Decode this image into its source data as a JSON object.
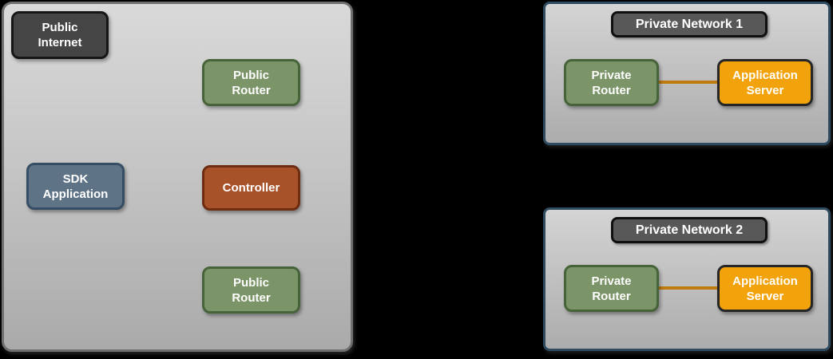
{
  "colors": {
    "page_background": "#000000",
    "cloud_panel_fill_top": "#d9d9d9",
    "cloud_panel_fill_bottom": "#aaaaaa",
    "cloud_panel_border": "#6f6f6f",
    "network_panel_border": "#2e4a5e",
    "network_title_fill": "#585858",
    "network_title_border": "#101010",
    "public_internet_fill": "#454545",
    "public_internet_border": "#161616",
    "router_fill": "#7b9468",
    "router_border": "#46633a",
    "sdk_application_fill": "#5f7386",
    "sdk_application_border": "#364d63",
    "controller_fill": "#a8522a",
    "controller_border": "#6e2d11",
    "application_server_fill": "#f2a30c",
    "application_server_border": "#262626",
    "link_color": "#bf7c0d",
    "node_text_color": "#ffffff"
  },
  "public_cloud": {
    "public_internet": {
      "line1": "Public",
      "line2": "Internet"
    },
    "public_router_top": {
      "line1": "Public",
      "line2": "Router"
    },
    "sdk_application": {
      "line1": "SDK",
      "line2": "Application"
    },
    "controller": {
      "line1": "Controller"
    },
    "public_router_bottom": {
      "line1": "Public",
      "line2": "Router"
    }
  },
  "private_network_1": {
    "title": "Private Network 1",
    "private_router": {
      "line1": "Private",
      "line2": "Router"
    },
    "application_server": {
      "line1": "Application",
      "line2": "Server"
    }
  },
  "private_network_2": {
    "title": "Private Network 2",
    "private_router": {
      "line1": "Private",
      "line2": "Router"
    },
    "application_server": {
      "line1": "Application",
      "line2": "Server"
    }
  }
}
